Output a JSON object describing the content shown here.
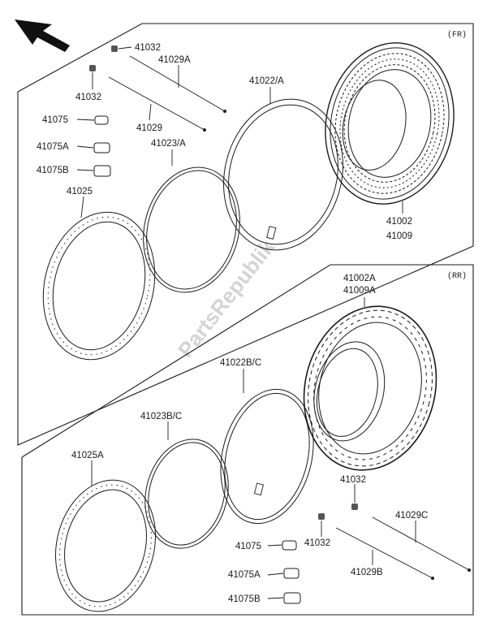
{
  "sections": {
    "front_tag": "(FR)",
    "rear_tag": "(RR)"
  },
  "watermark": "PartsRepublik",
  "front_labels": {
    "valve_cap_a": "41032",
    "spoke_a": "41029A",
    "valve_cap_b": "41032",
    "nipple": "41075",
    "nipple_a": "41075A",
    "nipple_b": "41075B",
    "spoke": "41029",
    "tube": "41022/A",
    "rim_band": "41023/A",
    "rim": "41025",
    "tire_1": "41002",
    "tire_2": "41009"
  },
  "rear_labels": {
    "tire_1": "41002A",
    "tire_2": "41009A",
    "tube": "41022B/C",
    "rim_band": "41023B/C",
    "rim": "41025A",
    "valve_cap_a": "41032",
    "spoke_c": "41029C",
    "nipple": "41075",
    "valve_cap_b": "41032",
    "nipple_a": "41075A",
    "spoke_b": "41029B",
    "nipple_b": "41075B"
  }
}
